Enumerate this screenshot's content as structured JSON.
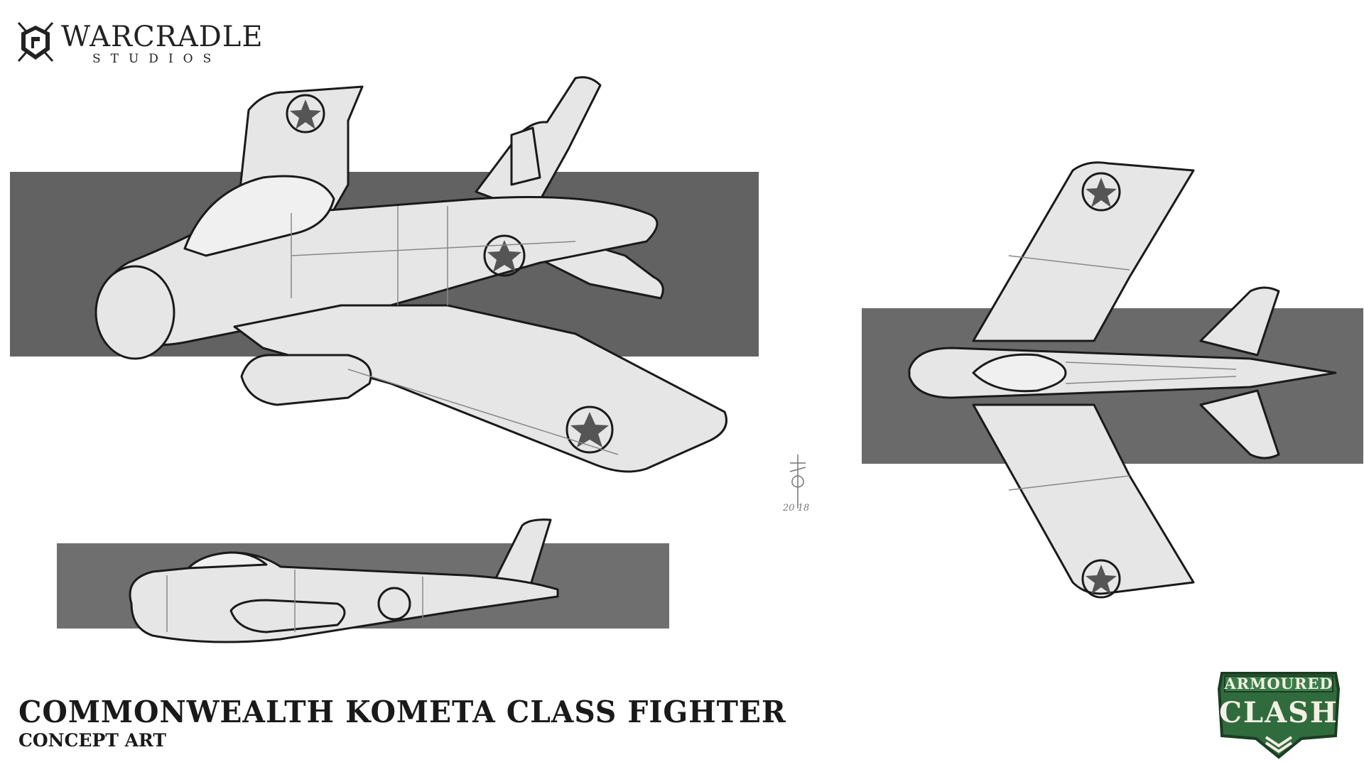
{
  "brand": {
    "name": "WARCRADLE",
    "subtitle": "STUDIOS"
  },
  "title": {
    "main": "COMMONWEALTH KOMETA CLASS FIGHTER",
    "sub": "CONCEPT ART"
  },
  "game_logo": {
    "line1": "ARMOURED",
    "line2": "CLASH"
  },
  "signature": {
    "date": "20 18"
  },
  "colors": {
    "band": "#666666",
    "ink": "#1a1a1a",
    "aircraft_fill": "#e6e6e6",
    "logo_green": "#2f6b3d"
  },
  "icons": [
    "crossed-swords-shield-logo-icon",
    "armoured-clash-badge-icon",
    "star-roundel-icon"
  ]
}
